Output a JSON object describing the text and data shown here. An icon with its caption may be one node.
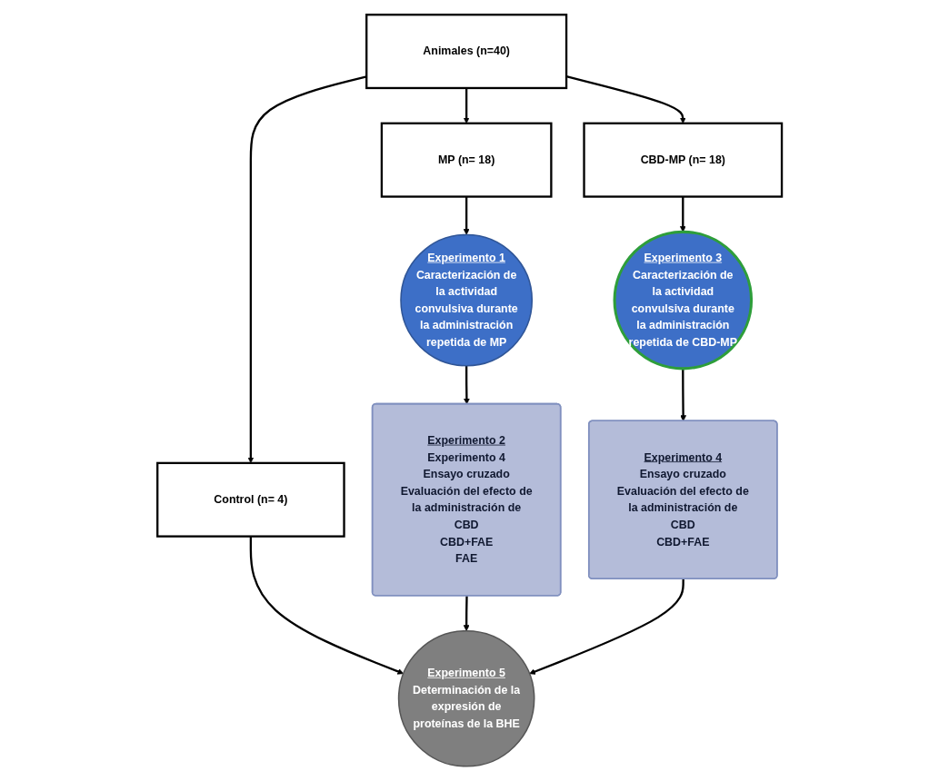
{
  "diagram": {
    "nodes": [
      {
        "text": [
          "Animales (n=40)"
        ]
      },
      {
        "text": [
          "MP (n= 18)"
        ]
      },
      {
        "text": [
          "Control (n= 4)"
        ]
      },
      {
        "text": [
          "CBD-MP (n= 18)"
        ]
      },
      {
        "text": [
          "Experimento 1",
          "Caracterización de la actividad convulsiva durante la administración repetida de MP"
        ]
      },
      {
        "text": [
          "Experimento 5",
          "Determinación de la expresión de proteínas de la BHE"
        ]
      },
      {
        "text": [
          "Experimento 3",
          "Caracterización de la actividad convulsiva durante la administración repetida de CBD-MP"
        ]
      },
      {
        "text": [
          "Experimento 2",
          "Experimento 4",
          "Ensayo cruzado",
          "Evaluación del efecto de la administración de",
          "CBD",
          "CBD+FAE",
          "FAE"
        ]
      },
      {
        "text": [
          "Experimento 4",
          "Ensayo cruzado",
          "Evaluación del efecto de la administración de",
          "CBD",
          "CBD+FAE"
        ]
      }
    ],
    "edges": [
      {
        "from": 0,
        "to": 1,
        "arrow": "to"
      },
      {
        "from": 0,
        "to": 2,
        "arrow": "to"
      },
      {
        "from": 0,
        "to": 3,
        "arrow": "to"
      },
      {
        "from": 1,
        "to": 4,
        "arrow": "to"
      },
      {
        "from": 2,
        "to": 5,
        "arrow": "to"
      },
      {
        "from": 3,
        "to": 6,
        "arrow": "to"
      },
      {
        "from": 4,
        "to": 7,
        "arrow": "to"
      },
      {
        "from": 6,
        "to": 8,
        "arrow": "to"
      },
      {
        "from": 7,
        "to": 5,
        "arrow": "to"
      },
      {
        "from": 8,
        "to": 5,
        "arrow": "to"
      }
    ]
  }
}
